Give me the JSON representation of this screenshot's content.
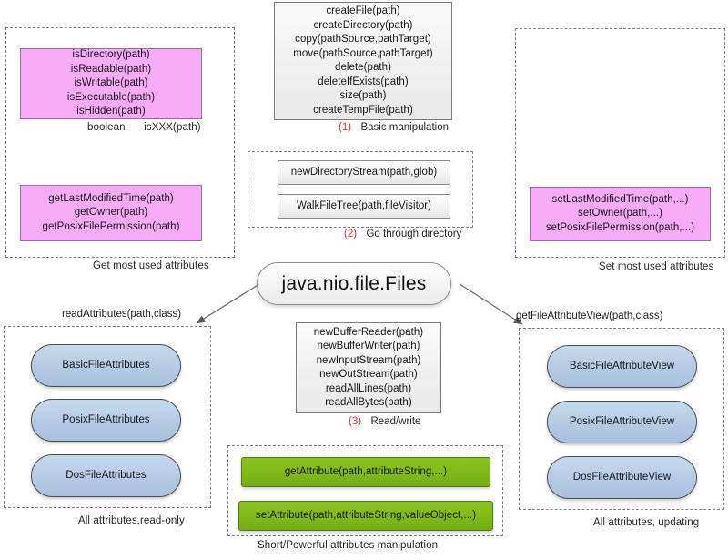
{
  "diagram": {
    "title": "java.nio.file.Files",
    "center_node_label": "java.nio.file.Files"
  },
  "panels": {
    "get_attributes": {
      "caption": "Get most used attributes",
      "boolean_note_type": "boolean",
      "boolean_note_sig": "isXXX(path)",
      "predicates_box": {
        "lines": [
          "isDirectory(path)",
          "isReadable(path)",
          "isWritable(path)",
          "isExecutable(path)",
          "isHidden(path)"
        ]
      },
      "getters_box": {
        "lines": [
          "getLastModifiedTime(path)",
          "getOwner(path)",
          "getPosixFilePermission(path)"
        ]
      }
    },
    "set_attributes": {
      "caption": "Set most used attributes",
      "setters_box": {
        "lines": [
          "setLastModifiedTime(path,...)",
          "setOwner(path,...)",
          "setPosixFilePermission(path,...)"
        ]
      }
    },
    "basic_manipulation": {
      "number": "(1)",
      "caption": "Basic manipulation",
      "lines": [
        "createFile(path)",
        "createDirectory(path)",
        "copy(pathSource,pathTarget)",
        "move(pathSource,pathTarget)",
        "delete(path)",
        "deleteIfExists(path)",
        "size(path)",
        "createTempFile(path)"
      ]
    },
    "go_through_directory": {
      "number": "(2)",
      "caption": "Go through directory",
      "items": [
        "newDirectoryStream(path,glob)",
        "WalkFileTree(path,fileVisitor)"
      ]
    },
    "read_write": {
      "number": "(3)",
      "caption": "Read/write",
      "lines": [
        "newBufferReader(path)",
        "newBufferWriter(path)",
        "newInputStream(path)",
        "newOutStream(path)",
        "readAllLines(path)",
        "readAllBytes(path)"
      ]
    },
    "attributes_read_only": {
      "edge_label": "readAttributes(path,class)",
      "caption": "All attributes,read-only",
      "items": [
        "BasicFileAttributes",
        "PosixFileAttributes",
        "DosFileAttributes"
      ]
    },
    "attributes_updating": {
      "edge_label": "getFileAttributeView(path,class)",
      "caption": "All attributes, updating",
      "items": [
        "BasicFileAttributeView",
        "PosixFileAttributeView",
        "DosFileAttributeView"
      ]
    },
    "short_powerful": {
      "caption": "Short/Powerful attributes manipulation",
      "items": [
        "getAttribute(path,attributeString,...)",
        "setAttribute(path,attributeString,valueObject,...)"
      ]
    }
  },
  "colors": {
    "pink": "#f6abf6",
    "blue": "#b3c9e2",
    "green": "#7fb818",
    "number_red": "#e03030",
    "panel_dash": "#808080"
  }
}
